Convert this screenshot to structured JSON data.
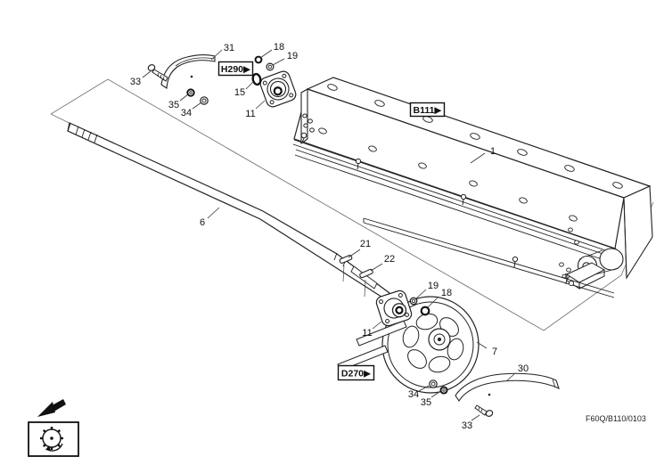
{
  "diagram": {
    "footer_code": "F60Q/B110/0103",
    "ref_labels": {
      "h290": "H290▶",
      "b111": "B111▶",
      "d270": "D270▶"
    },
    "callouts": {
      "c31": "31",
      "c33_top": "33",
      "c35_top": "35",
      "c34_top": "34",
      "c18_top": "18",
      "c19_top": "19",
      "c15": "15",
      "c11_top": "11",
      "c1": "1",
      "c6": "6",
      "c21": "21",
      "c22": "22",
      "c19_bottom": "19",
      "c18_bottom": "18",
      "c11_bottom": "11",
      "c7": "7",
      "c30": "30",
      "c34_bottom": "34",
      "c35_bottom": "35",
      "c33_bottom": "33"
    }
  }
}
